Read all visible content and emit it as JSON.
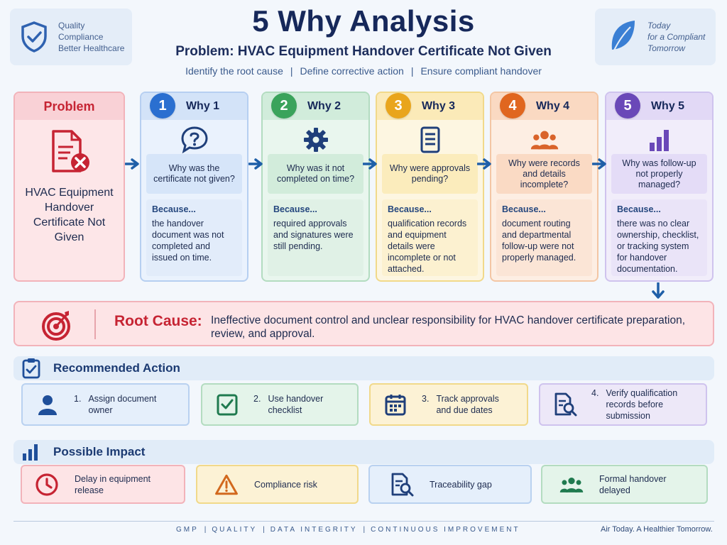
{
  "header": {
    "title": "5 Why Analysis",
    "problem_line": "Problem: HVAC Equipment Handover Certificate Not Given",
    "tagline": [
      "Identify the root cause",
      "Define corrective action",
      "Ensure compliant handover"
    ],
    "left_badge": [
      "Quality",
      "Compliance",
      "Better Healthcare"
    ],
    "right_badge": [
      "Today",
      "for a Compliant",
      "Tomorrow"
    ]
  },
  "problem": {
    "label": "Problem",
    "text": "HVAC Equipment Handover Certificate Not Given"
  },
  "whys": [
    {
      "num": "1",
      "title": "Why 1",
      "icon": "question-bubble-icon",
      "question": "Why was the certificate not given?",
      "because": "Because...",
      "answer": "the handover document was not completed and issued on time.",
      "accent": "#2a6fd0"
    },
    {
      "num": "2",
      "title": "Why 2",
      "icon": "gear-icon",
      "question": "Why was it not completed on time?",
      "because": "Because...",
      "answer": "required approvals and signatures were still pending.",
      "accent": "#3aa35b"
    },
    {
      "num": "3",
      "title": "Why 3",
      "icon": "document-icon",
      "question": "Why were approvals pending?",
      "because": "Because...",
      "answer": "qualification records and equipment details were incomplete or not attached.",
      "accent": "#e9a51c"
    },
    {
      "num": "4",
      "title": "Why 4",
      "icon": "people-icon",
      "question": "Why were records and details incomplete?",
      "because": "Because...",
      "answer": "document routing and departmental follow-up were not properly managed.",
      "accent": "#e0661f"
    },
    {
      "num": "5",
      "title": "Why 5",
      "icon": "bar-chart-icon",
      "question": "Why was follow-up not properly managed?",
      "because": "Because...",
      "answer": "there was no clear ownership, checklist, or tracking system for handover documentation.",
      "accent": "#6a48b8"
    }
  ],
  "root_cause": {
    "label": "Root Cause:",
    "text": "Ineffective document control and unclear responsibility for HVAC handover certificate preparation, review, and approval."
  },
  "recommended": {
    "title": "Recommended Action",
    "items": [
      {
        "num": "1.",
        "text": "Assign document owner",
        "icon": "person-icon"
      },
      {
        "num": "2.",
        "text": "Use handover checklist",
        "icon": "checklist-icon"
      },
      {
        "num": "3.",
        "text": "Track approvals and due dates",
        "icon": "calendar-icon"
      },
      {
        "num": "4.",
        "text": "Verify qualification records before submission",
        "icon": "document-search-icon"
      }
    ]
  },
  "impact": {
    "title": "Possible Impact",
    "items": [
      {
        "text": "Delay in equipment release",
        "icon": "clock-icon"
      },
      {
        "text": "Compliance risk",
        "icon": "warning-icon"
      },
      {
        "text": "Traceability gap",
        "icon": "document-search-icon"
      },
      {
        "text": "Formal handover delayed",
        "icon": "group-icon"
      }
    ]
  },
  "footer": {
    "tags": [
      "GMP",
      "QUALITY",
      "DATA INTEGRITY",
      "CONTINUOUS IMPROVEMENT"
    ],
    "tagline": "Air Today. A Healthier Tomorrow."
  }
}
